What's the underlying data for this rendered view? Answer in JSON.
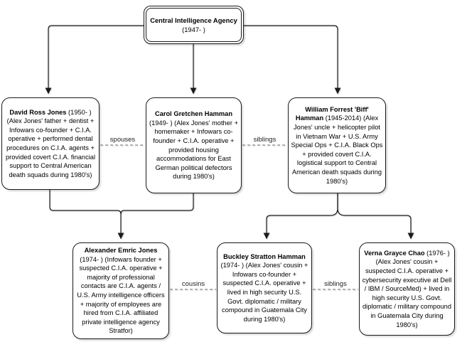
{
  "root_node": {
    "name": "Central Intelligence Agency",
    "years": "(1947- )"
  },
  "nodes": {
    "david": {
      "name": "David Ross Jones",
      "desc": " (1950- ) (Alex Jones' father + dentist + Infowars co-founder + C.I.A. operative + performed dental procedures on C.I.A. agents + provided covert C.I.A. financial support to Central American death squads during 1980's)"
    },
    "carol": {
      "name": "Carol Gretchen Hamman",
      "desc": " (1949- ) (Alex Jones' mother + homemaker + Infowars co-founder + C.I.A. operative + provided housing accommodations for East German political defectors during 1980's)"
    },
    "william": {
      "name": "William Forrest 'Biff' Hamman",
      "desc": " (1945-2014) (Alex Jones' uncle + helicopter pilot in Vietnam War + U.S. Army Special Ops + C.I.A. Black Ops + provided covert C.I.A. logistical support to Central American death squads during 1980's)"
    },
    "alexander": {
      "name": "Alexander Emric Jones",
      "desc": " (1974- ) (Infowars founder + suspected C.I.A. operative + majority of professional contacts are C.I.A. agents / U.S. Army intelligence officers + majority of employees are hired from C.I.A. affiliated private intelligence agency Stratfor)"
    },
    "buckley": {
      "name": "Buckley Stratton Hamman",
      "desc": " (1974- ) (Alex Jones' cousin + Infowars co-founder + suspected C.I.A. operative + lived in high security U.S. Govt. diplomatic / military compound in Guatemala City during 1980's)"
    },
    "verna": {
      "name": "Verna Grayce Chao",
      "desc": " (1976- ) (Alex Jones' cousin + suspected C.I.A. operative + cybersecurity executive at Dell / IBM / SourceMed) + lived in high security U.S. Govt. diplomatic / military compound in Guatemala City during 1980's)"
    }
  },
  "edge_labels": {
    "spouses": "spouses",
    "siblings_row2": "siblings",
    "cousins": "cousins",
    "siblings_row3": "siblings"
  },
  "colors": {
    "solid_line": "#1a1a1a",
    "dashed_line": "#8c8c8c",
    "box_border": "#1a1a1a",
    "box_fill": "#ffffff",
    "text": "#000000"
  }
}
